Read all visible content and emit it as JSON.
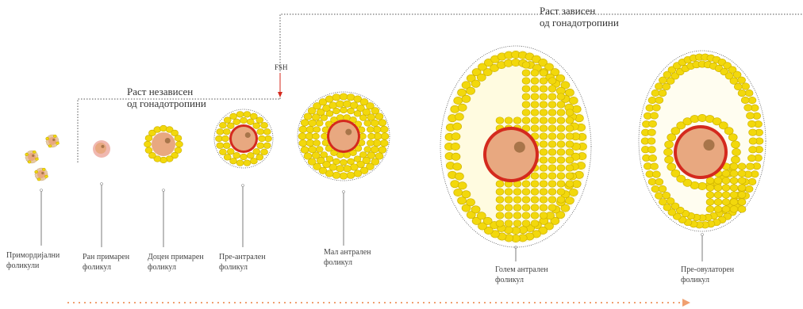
{
  "phases": {
    "independent": "Раст независен\nод гонадотропини",
    "dependent": "Раст зависен\nод гонадотропини",
    "hormone": "FSH"
  },
  "stages": [
    {
      "label": "Примордијални\nфоликули"
    },
    {
      "label": "Ран примарен\nфоликул"
    },
    {
      "label": "Доцен примарен\nфоликул"
    },
    {
      "label": "Пре-антрален\nфоликул"
    },
    {
      "label": "Мал антрален\nфоликул"
    },
    {
      "label": "Голем антрален\nфоликул"
    },
    {
      "label": "Пре-овулаторен\nфоликул"
    }
  ],
  "colors": {
    "granulosa": "#f2d80c",
    "granulosa_edge": "#c9ad00",
    "oocyte": "#e8a880",
    "nucleus": "#a8754a",
    "zona": "#d42a1e",
    "arrow": "#f0a070",
    "line": "#444444"
  }
}
